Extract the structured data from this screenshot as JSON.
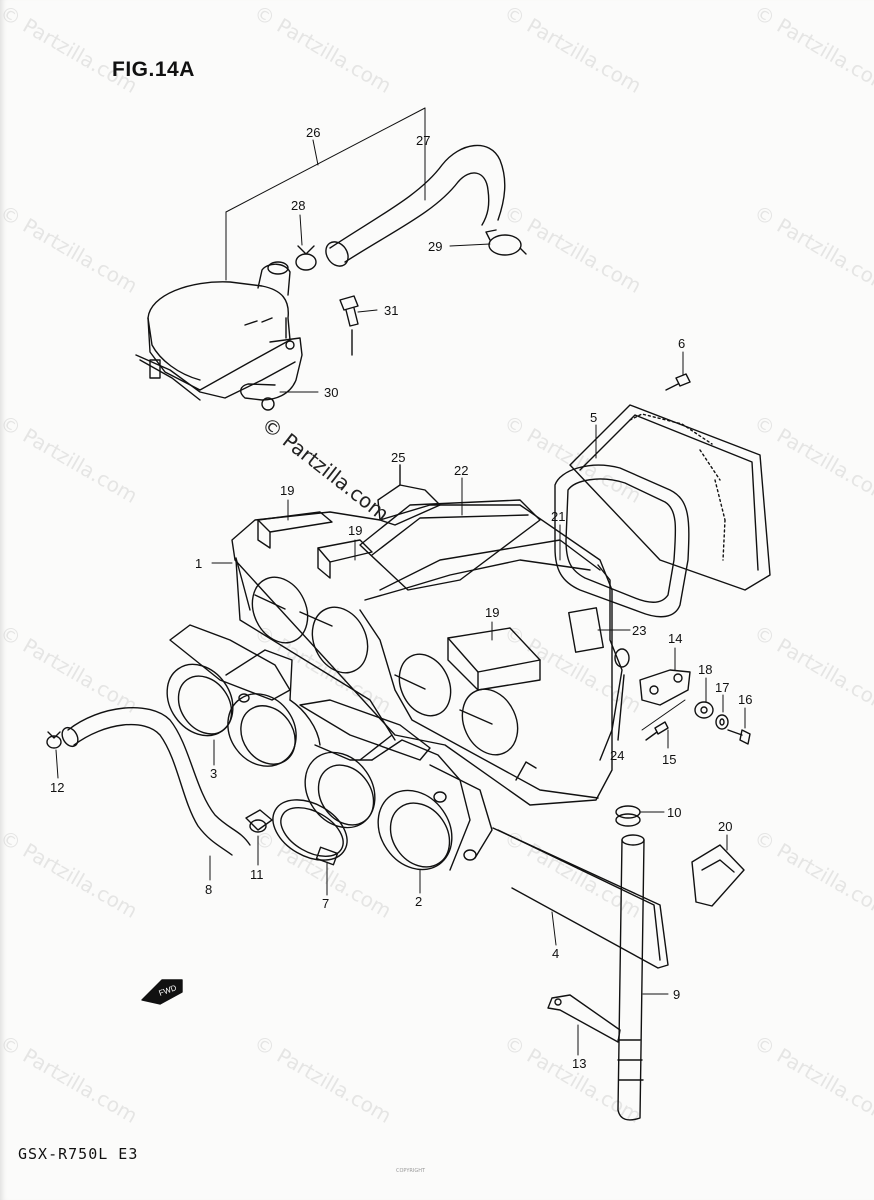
{
  "title": "FIG.14A",
  "model": "GSX-R750L  E3",
  "watermark": "© Partzilla.com",
  "copyright": "COPYRIGHT",
  "parts": [
    {
      "ref": "1"
    },
    {
      "ref": "2"
    },
    {
      "ref": "3"
    },
    {
      "ref": "4"
    },
    {
      "ref": "5"
    },
    {
      "ref": "6"
    },
    {
      "ref": "7"
    },
    {
      "ref": "8"
    },
    {
      "ref": "9"
    },
    {
      "ref": "10"
    },
    {
      "ref": "11"
    },
    {
      "ref": "12"
    },
    {
      "ref": "13"
    },
    {
      "ref": "14"
    },
    {
      "ref": "15"
    },
    {
      "ref": "16"
    },
    {
      "ref": "17"
    },
    {
      "ref": "18"
    },
    {
      "ref": "19"
    },
    {
      "ref": "19"
    },
    {
      "ref": "19"
    },
    {
      "ref": "20"
    },
    {
      "ref": "21"
    },
    {
      "ref": "22"
    },
    {
      "ref": "23"
    },
    {
      "ref": "24"
    },
    {
      "ref": "25"
    },
    {
      "ref": "26"
    },
    {
      "ref": "27"
    },
    {
      "ref": "28"
    },
    {
      "ref": "29"
    },
    {
      "ref": "30"
    },
    {
      "ref": "31"
    }
  ],
  "fwd_label": "FWD"
}
